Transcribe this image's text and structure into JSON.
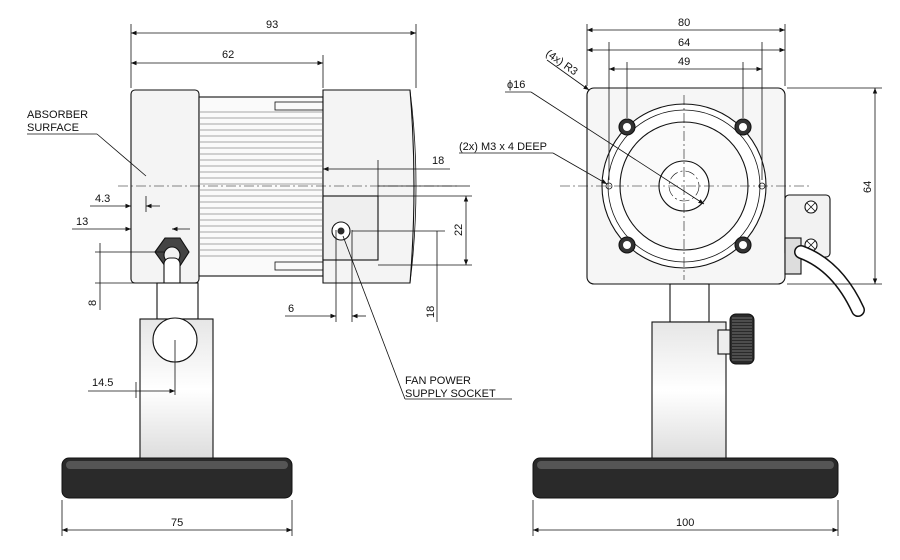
{
  "drawing": {
    "dimensions": {
      "overall_length": "93",
      "body_length": "62",
      "fan_offset": "18",
      "axis_offset": "4.3",
      "post_offset": "13",
      "socket_height": "22",
      "post_height": "8",
      "socket_width": "6",
      "socket_drop": "18",
      "post_axis": "14.5",
      "base_depth": "75",
      "face_width": "80",
      "hole_spacing_outer": "64",
      "hole_spacing_inner": "49",
      "face_height": "64",
      "base_width": "100"
    },
    "labels": {
      "absorber_line1": "ABSORBER",
      "absorber_line2": "SURFACE",
      "fan_line1": "FAN POWER",
      "fan_line2": "SUPPLY SOCKET",
      "aperture": "ϕ16",
      "mount_holes": "(2x) M3 x 4 DEEP",
      "corner_radius": "(4x) R3"
    },
    "colors": {
      "ink": "#111111",
      "fill_dark": "#2a2a2a",
      "fill_light": "#f4f4f4"
    }
  }
}
